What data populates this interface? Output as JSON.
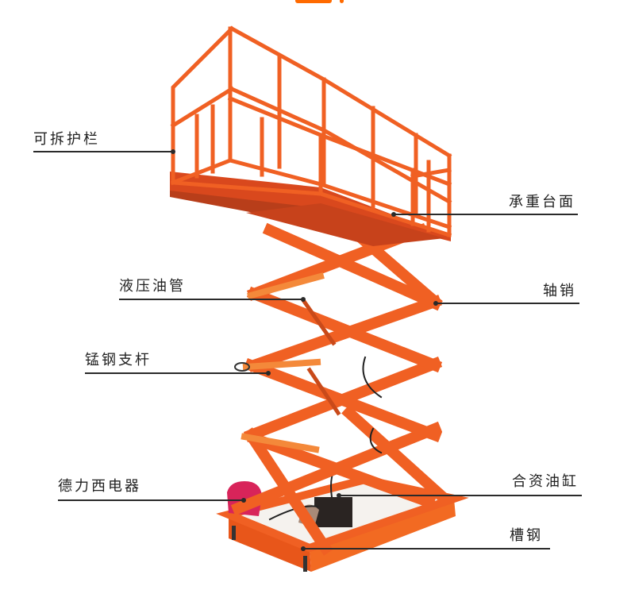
{
  "header": {
    "accent_color": "#ff6a00"
  },
  "product": {
    "name": "scissor-lift-platform",
    "frame_color": "#f06023",
    "deck_color": "#c8401c",
    "pump_color": "#2a2422",
    "motor_cover_color": "#d8245a"
  },
  "callouts": [
    {
      "id": "guardrail",
      "label": "可拆护栏",
      "side": "left"
    },
    {
      "id": "platform",
      "label": "承重台面",
      "side": "right"
    },
    {
      "id": "hydraulic-hose",
      "label": "液压油管",
      "side": "left"
    },
    {
      "id": "axle-pin",
      "label": "轴销",
      "side": "right"
    },
    {
      "id": "manganese-steel-strut",
      "label": "锰钢支杆",
      "side": "left"
    },
    {
      "id": "delixi-electrical",
      "label": "德力西电器",
      "side": "left"
    },
    {
      "id": "hydraulic-cylinder",
      "label": "合资油缸",
      "side": "right"
    },
    {
      "id": "channel-steel",
      "label": "槽钢",
      "side": "right"
    }
  ]
}
